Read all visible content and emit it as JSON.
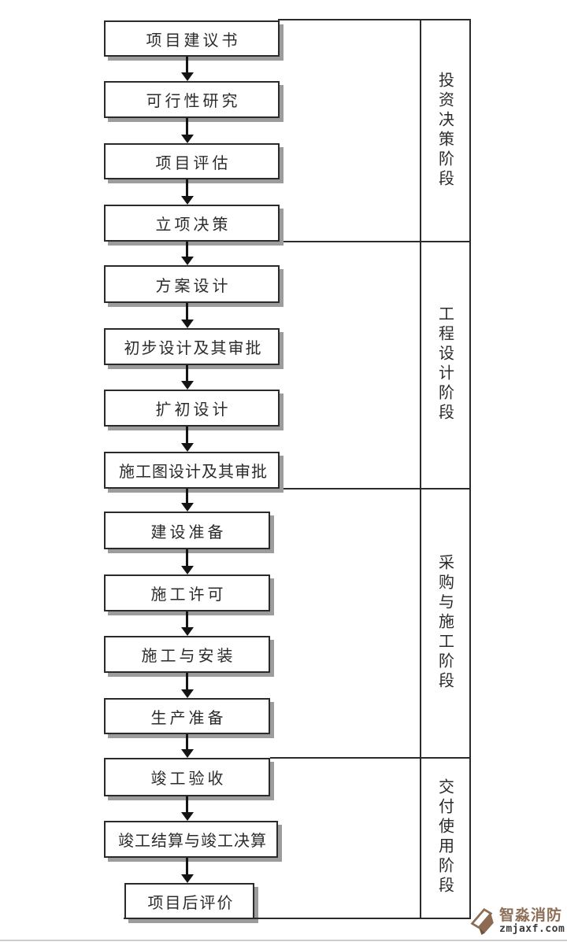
{
  "flow": {
    "steps": [
      "项目建议书",
      "可行性研究",
      "项目评估",
      "立项决策",
      "方案设计",
      "初步设计及其审批",
      "扩初设计",
      "施工图设计及其审批",
      "建设准备",
      "施工许可",
      "施工与安装",
      "生产准备",
      "竣工验收",
      "竣工结算与竣工决算",
      "项目后评价"
    ]
  },
  "phases": [
    "投资决策阶段",
    "工程设计阶段",
    "采购与施工阶段",
    "交付使用阶段"
  ],
  "watermark": {
    "brand": "智淼消防",
    "site": "zmjaxf.com",
    "logo_icon": "fold-arrow-logo",
    "brand_color": "#8e6f58",
    "site_color": "#3a3a3a"
  },
  "colors": {
    "line": "#2b2b2b",
    "arrow": "#141414",
    "box_shadow": "#9c9c9c",
    "background": "#ffffff"
  }
}
